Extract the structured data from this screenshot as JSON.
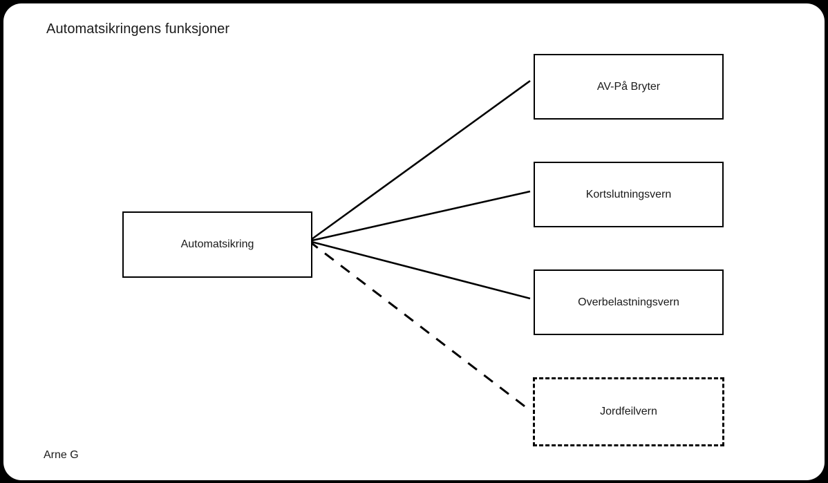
{
  "page": {
    "title": "Automatsikringens funksjoner",
    "author": "Arne G",
    "background_color": "#000000",
    "canvas_color": "#ffffff",
    "ink_color": "#1a1a1a"
  },
  "diagram": {
    "type": "radial-node-diagram",
    "root": {
      "label": "Automatsikring",
      "style": "solid"
    },
    "branches": [
      {
        "label": "AV-På Bryter",
        "style": "solid",
        "line": "solid"
      },
      {
        "label": "Kortslutningsvern",
        "style": "solid",
        "line": "solid"
      },
      {
        "label": "Overbelastningsvern",
        "style": "solid",
        "line": "solid"
      },
      {
        "label": "Jordfeilvern",
        "style": "dashed",
        "line": "dashed"
      }
    ]
  }
}
